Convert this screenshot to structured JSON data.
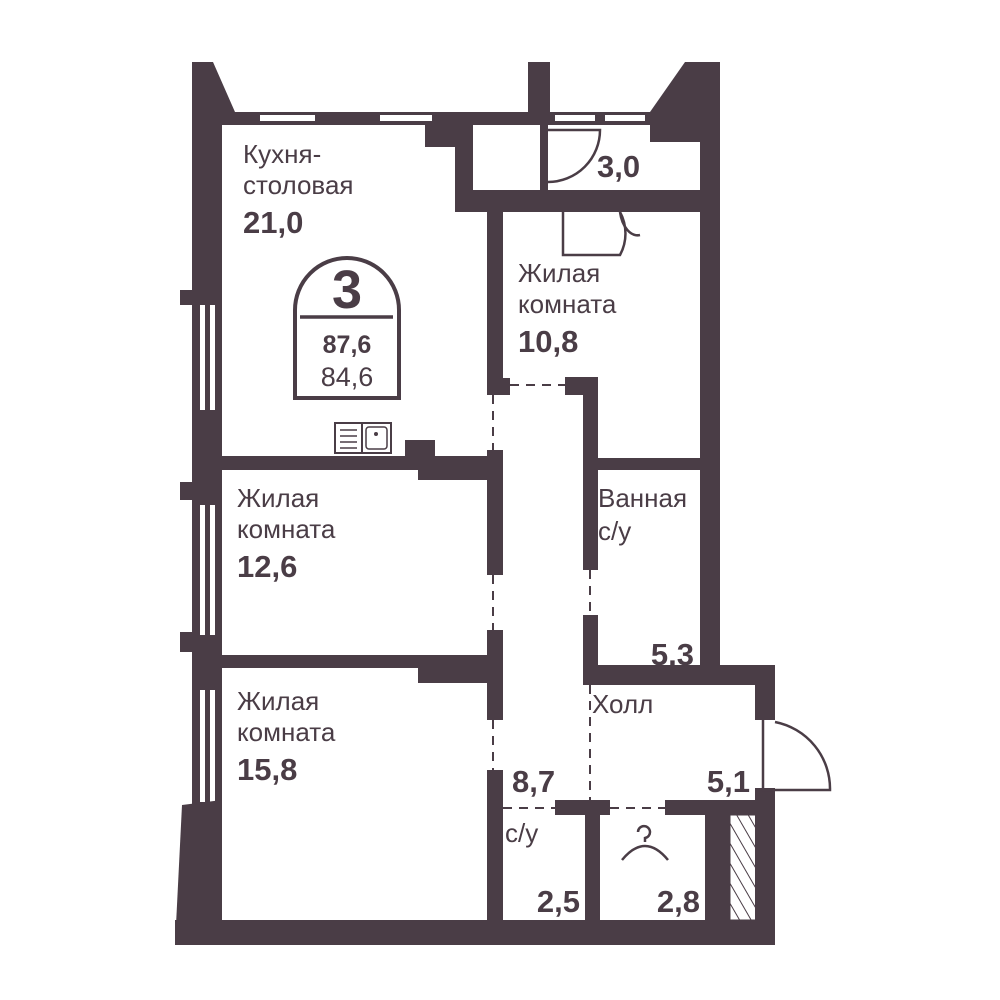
{
  "colors": {
    "wall": "#4a3d46",
    "background": "#ffffff"
  },
  "badge": {
    "rooms": "3",
    "total_area": "87,6",
    "living_area": "84,6"
  },
  "rooms": {
    "kitchen": {
      "name_line1": "Кухня-",
      "name_line2": "столовая",
      "area": "21,0"
    },
    "storage": {
      "area": "3,0"
    },
    "bedroom1": {
      "name_line1": "Жилая",
      "name_line2": "комната",
      "area": "10,8"
    },
    "bedroom2": {
      "name_line1": "Жилая",
      "name_line2": "комната",
      "area": "12,6"
    },
    "bedroom3": {
      "name_line1": "Жилая",
      "name_line2": "комната",
      "area": "15,8"
    },
    "bathroom": {
      "name_line1": "Ванная",
      "name_line2": "с/у",
      "area": "5,3"
    },
    "hall": {
      "name": "Холл",
      "area": "5,1"
    },
    "corridor": {
      "area": "8,7"
    },
    "toilet": {
      "name": "с/у",
      "area": "2,5"
    },
    "wardrobe": {
      "area": "2,8"
    }
  },
  "icons": [
    "sink-stove-icon",
    "hanger-icon",
    "door-swing-icon",
    "shaft-hatch-icon"
  ]
}
